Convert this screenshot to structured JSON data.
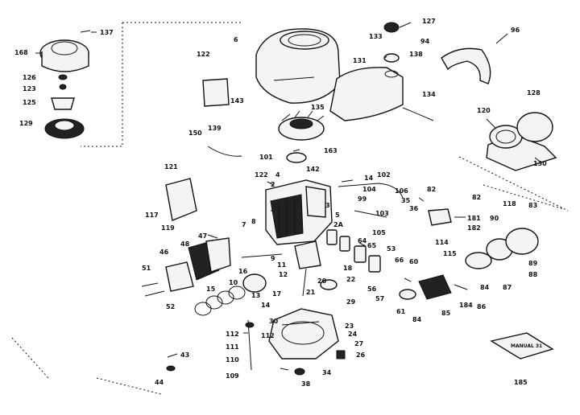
{
  "diagram": {
    "callouts": {
      "l137": "137",
      "l168": "168",
      "l126": "126",
      "l123": "123",
      "l125": "125",
      "l129": "129",
      "l6": "6",
      "l122a": "122",
      "l143": "143",
      "l139": "139",
      "l150": "150",
      "l127": "127",
      "l133": "133",
      "l94a": "94",
      "l138": "138",
      "l131": "131",
      "l135": "135",
      "l134": "134",
      "l96": "96",
      "l128": "128",
      "l120": "120",
      "l130": "130",
      "l101": "101",
      "l163": "163",
      "l142": "142",
      "l121": "121",
      "l122b": "122",
      "l4": "4",
      "l2": "2",
      "l14": "14",
      "l102": "102",
      "l104": "104",
      "l106": "106",
      "l99": "99",
      "l35": "35",
      "l36": "36",
      "l82a": "82",
      "l82b": "82",
      "l118": "118",
      "l83": "83",
      "l117": "117",
      "l119": "119",
      "l7": "7",
      "l8": "8",
      "l3": "3",
      "l5": "5",
      "l103": "103",
      "l2a": "2A",
      "l105": "105",
      "l181": "181",
      "l182": "182",
      "l90": "90",
      "l114": "114",
      "l115": "115",
      "l48": "48",
      "l47": "47",
      "l46": "46",
      "l51": "51",
      "l15": "15",
      "l10": "10",
      "l52": "52",
      "l16": "16",
      "l9": "9",
      "l11": "11",
      "l12": "12",
      "l13": "13",
      "l14b": "14",
      "l17": "17",
      "l29": "29",
      "l20": "20",
      "l22": "22",
      "l18": "18",
      "l21": "21",
      "l53": "53",
      "l64": "64",
      "l65": "65",
      "l66": "66",
      "l60": "60",
      "l56": "56",
      "l57": "57",
      "l61": "61",
      "l84a": "84",
      "l84b": "84",
      "l85": "85",
      "l184": "184",
      "l86": "86",
      "l87": "87",
      "l88": "88",
      "l89": "89",
      "l112a": "112",
      "l112b": "112",
      "l111": "111",
      "l110": "110",
      "l109": "109",
      "l30": "30",
      "l23": "23",
      "l24": "24",
      "l27": "27",
      "l26": "26",
      "l34": "34",
      "l38": "38",
      "l43": "43",
      "l44": "44",
      "l185": "185"
    },
    "manual_label": "MANUAL 31"
  }
}
